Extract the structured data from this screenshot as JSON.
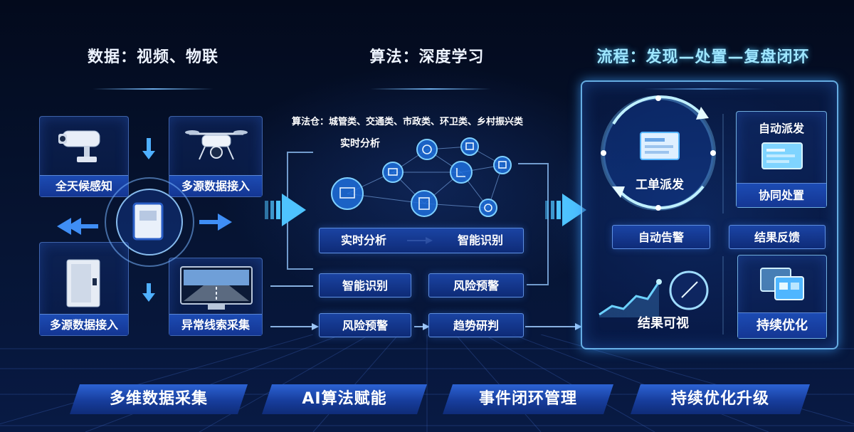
{
  "sections": {
    "data": {
      "title": "数据：视频、物联"
    },
    "algorithm": {
      "title": "算法：深度学习"
    },
    "process": {
      "title": "流程：发现—处置—复盘闭环"
    }
  },
  "data_panels": {
    "top_left": "全天候感知",
    "top_right": "多源数据接入",
    "bottom_left": "多源数据接入",
    "bottom_right": "异常线索采集"
  },
  "algorithm": {
    "warehouse": "算法仓：城管类、交通类、市政类、环卫类、乡村振兴类",
    "network_label": "实时分析",
    "flow_from": "实时分析",
    "flow_to": "智能识别",
    "row1": [
      "智能识别",
      "风险预警"
    ],
    "row2": [
      "风险预警",
      "趋势研判"
    ]
  },
  "process": {
    "center": "工单派发",
    "auto_dispatch": "自动派发",
    "collab": "协同处置",
    "alarm": "自动告警",
    "feedback": "结果反馈",
    "visual": "结果可视",
    "optimize": "持续优化"
  },
  "banners": [
    "多维数据采集",
    "AI算法赋能",
    "事件闭环管理",
    "持续优化升级"
  ],
  "colors": {
    "accent": "#4fc8ff",
    "primary": "#1f4fbf",
    "background": "#040b1e"
  }
}
